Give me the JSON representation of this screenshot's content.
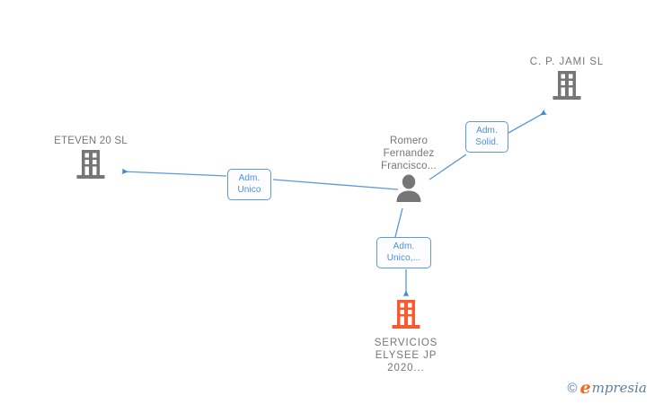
{
  "diagram": {
    "type": "relationship-graph",
    "background_color": "#ffffff",
    "edge_color": "#4a90d9",
    "company_icon_color": "#767676",
    "highlight_company_icon_color": "#f95b2e",
    "person_icon_color": "#767676",
    "label_text_color": "#767676"
  },
  "nodes": [
    {
      "id": "eteven",
      "name": "ETEVEN 20 SL",
      "icon": "company-building-icon",
      "kind": "company",
      "highlighted": false,
      "label_position": "top"
    },
    {
      "id": "jami",
      "name": "C.  P. JAMI  SL",
      "icon": "company-building-icon",
      "kind": "company",
      "highlighted": false,
      "label_position": "top"
    },
    {
      "id": "person",
      "name": "Romero\nFernandez\nFrancisco...",
      "icon": "person-icon",
      "kind": "person",
      "highlighted": false,
      "label_position": "top"
    },
    {
      "id": "servicios",
      "name": "SERVICIOS\nELYSEE JP\n2020...",
      "icon": "company-building-icon",
      "kind": "company",
      "highlighted": true,
      "label_position": "bottom"
    }
  ],
  "edges": [
    {
      "id": "edge-person-eteven",
      "from": "person",
      "to": "eteven",
      "label": "Adm.\nUnico",
      "direction": "left"
    },
    {
      "id": "edge-person-jami",
      "from": "person",
      "to": "jami",
      "label": "Adm.\nSolid.",
      "direction": "up-right"
    },
    {
      "id": "edge-person-servicios",
      "from": "person",
      "to": "servicios",
      "label": "Adm.\nUnico,...",
      "direction": "down"
    }
  ],
  "watermark": {
    "copyright": "©",
    "brand_initial": "e",
    "brand_rest": "mpresia"
  }
}
